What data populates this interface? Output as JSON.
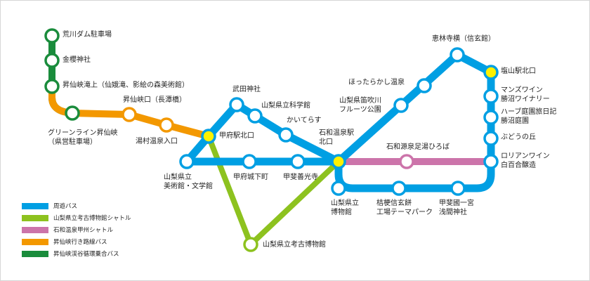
{
  "colors": {
    "circular": "#009fe3",
    "museum_shuttle": "#8dc21f",
    "isawa_shuttle": "#cc74aa",
    "shosenkyo_bus": "#f39800",
    "gorge_bus": "#1a8c3c",
    "hub_fill": "#fff100",
    "stop_fill": "#ffffff"
  },
  "legend": [
    {
      "id": "circular",
      "label": "周遊バス"
    },
    {
      "id": "museum_shuttle",
      "label": "山梨県立考古博物館シャトル"
    },
    {
      "id": "isawa_shuttle",
      "label": "石和温泉甲州シャトル"
    },
    {
      "id": "shosenkyo_bus",
      "label": "昇仙峡行き路線バス"
    },
    {
      "id": "gorge_bus",
      "label": "昇仙峡渓谷循環乗合バス"
    }
  ],
  "stops": {
    "arakawa_dam": {
      "lines": [
        "昇仙峡渓谷循環乗合バス"
      ],
      "label": [
        "荒川ダム駐車場"
      ],
      "hub": false
    },
    "kinzakura": {
      "lines": [
        "昇仙峡渓谷循環乗合バス"
      ],
      "label": [
        "金櫻神社"
      ],
      "hub": false
    },
    "shosenkyo_takiue": {
      "lines": [
        "昇仙峡渓谷循環乗合バス",
        "昇仙峡行き路線バス"
      ],
      "label": [
        "昇仙峡滝上（仙娥滝、影絵の森美術館）"
      ],
      "hub": false
    },
    "greenline": {
      "lines": [
        "昇仙峡渓谷循環乗合バス",
        "昇仙峡行き路線バス"
      ],
      "label": [
        "グリーンライン昇仙峡",
        "（県営駐車場）"
      ],
      "hub": false
    },
    "shosenkyo_guchi": {
      "lines": [
        "昇仙峡行き路線バス"
      ],
      "label": [
        "昇仙峡口（長潭橋）"
      ],
      "hub": false
    },
    "yumura": {
      "lines": [
        "昇仙峡行き路線バス"
      ],
      "label": [
        "湯村温泉入口"
      ],
      "hub": false
    },
    "kofu_north": {
      "lines": [
        "周遊バス",
        "昇仙峡行き路線バス",
        "山梨県立考古博物館シャトル"
      ],
      "label": [
        "甲府駅北口"
      ],
      "hub": true
    },
    "takeda": {
      "lines": [
        "周遊バス"
      ],
      "label": [
        "武田神社"
      ],
      "hub": false
    },
    "kagakukan": {
      "lines": [
        "周遊バス"
      ],
      "label": [
        "山梨県立科学館"
      ],
      "hub": false
    },
    "kaiterasu": {
      "lines": [
        "周遊バス"
      ],
      "label": [
        "かいてらす"
      ],
      "hub": false
    },
    "bijutsukan": {
      "lines": [
        "周遊バス"
      ],
      "label": [
        "山梨県立",
        "美術館・文学館"
      ],
      "hub": false
    },
    "kofu_jokamachi": {
      "lines": [
        "周遊バス"
      ],
      "label": [
        "甲府城下町"
      ],
      "hub": false
    },
    "zenkoji": {
      "lines": [
        "周遊バス"
      ],
      "label": [
        "甲斐善光寺"
      ],
      "hub": false
    },
    "isawa_north": {
      "lines": [
        "周遊バス",
        "石和温泉甲州シャトル",
        "山梨県立考古博物館シャトル"
      ],
      "label": [
        "石和温泉駅",
        "北口"
      ],
      "hub": true
    },
    "kouko_museum": {
      "lines": [
        "山梨県立考古博物館シャトル"
      ],
      "label": [
        "山梨県立考古博物館"
      ],
      "hub": false
    },
    "fuefuki": {
      "lines": [
        "周遊バス"
      ],
      "label": [
        "山梨県笛吹川",
        "フルーツ公園"
      ],
      "hub": false
    },
    "hottarakashi": {
      "lines": [
        "周遊バス"
      ],
      "label": [
        "ほったらかし温泉"
      ],
      "hub": false
    },
    "erinji": {
      "lines": [
        "周遊バス"
      ],
      "label": [
        "恵林寺横（信玄館）"
      ],
      "hub": false
    },
    "enzan_north": {
      "lines": [
        "周遊バス"
      ],
      "label": [
        "塩山駅北口"
      ],
      "hub": true
    },
    "mans_wine": {
      "lines": [
        "周遊バス"
      ],
      "label": [
        "マンズワイン",
        "勝沼ワイナリー"
      ],
      "hub": false
    },
    "herb_garden": {
      "lines": [
        "周遊バス"
      ],
      "label": [
        "ハーブ庭園旅日記",
        "勝沼庭園"
      ],
      "hub": false
    },
    "budou_oka": {
      "lines": [
        "周遊バス"
      ],
      "label": [
        "ぶどうの丘"
      ],
      "hub": false
    },
    "lorian_wine": {
      "lines": [
        "周遊バス",
        "石和温泉甲州シャトル"
      ],
      "label": [
        "ロリアンワイン",
        "白百合醸造"
      ],
      "hub": false
    },
    "ashiyu": {
      "lines": [
        "石和温泉甲州シャトル"
      ],
      "label": [
        "石和源泉足湯ひろば"
      ],
      "hub": false
    },
    "hakubutsukan": {
      "lines": [
        "周遊バス"
      ],
      "label": [
        "山梨県立",
        "博物館"
      ],
      "hub": false
    },
    "kikyo_shingen": {
      "lines": [
        "周遊バス"
      ],
      "label": [
        "桔梗信玄餅",
        "工場テーマパーク"
      ],
      "hub": false
    },
    "ichinomiya": {
      "lines": [
        "周遊バス"
      ],
      "label": [
        "甲斐國一宮",
        "浅間神社"
      ],
      "hub": false
    }
  }
}
